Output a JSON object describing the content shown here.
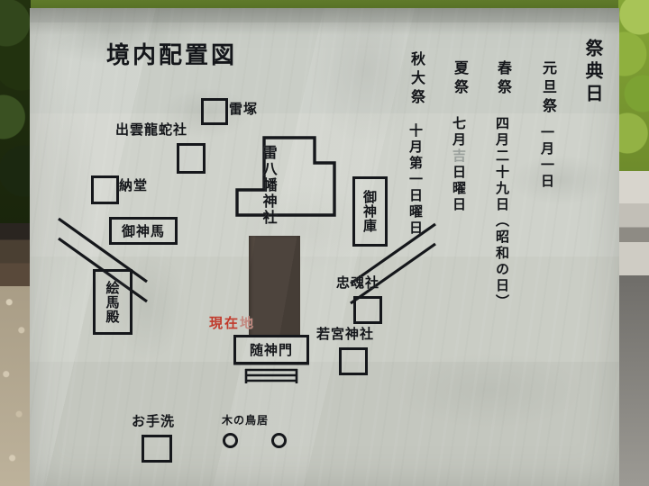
{
  "scene": {
    "kind": "photograph-of-stone-information-board",
    "subject": "shrine-grounds-map",
    "colors": {
      "slab_stone": "#c8ccc4",
      "ink_black": "#14161a",
      "highlight_red": "#c0392b",
      "approach_path_brown": "#4d443d",
      "foliage_green": "#84a536",
      "gravel_tan": "#b3a890",
      "road_gray": "#8d8b86"
    }
  },
  "board": {
    "title": "境内配置図",
    "map": {
      "main_shrine": "雷八幡神社",
      "you_are_here": {
        "text": "現在地",
        "visible_part": "現在",
        "faded_part": "地"
      },
      "gate": "随神門",
      "torii_caption": "木の鳥居",
      "labels": [
        {
          "name": "雷塚",
          "marker": "square",
          "position": "top-center"
        },
        {
          "name": "出雲龍蛇社",
          "marker": "square",
          "position": "upper-left"
        },
        {
          "name": "納堂",
          "marker": "square",
          "position": "left"
        },
        {
          "name": "御神馬",
          "marker": "framed",
          "position": "left"
        },
        {
          "name": "絵馬殿",
          "marker": "framed-vertical",
          "position": "lower-left"
        },
        {
          "name": "御神庫",
          "marker": "framed-vertical",
          "position": "right"
        },
        {
          "name": "忠魂社",
          "marker": "square",
          "position": "lower-right"
        },
        {
          "name": "若宮神社",
          "marker": "square",
          "position": "bottom-right"
        },
        {
          "name": "お手洗",
          "marker": "square",
          "position": "bottom-left"
        }
      ]
    },
    "festival_days": {
      "heading": "祭典日",
      "entries": [
        {
          "name": "元旦祭",
          "date": "一月一日"
        },
        {
          "name": "春祭",
          "date": "四月二十九日（昭和の日）"
        },
        {
          "name": "夏祭",
          "date": "七月",
          "date_faded": "吉",
          "date_tail": "日曜日"
        },
        {
          "name": "秋大祭",
          "date": "十月第一日曜日"
        }
      ]
    }
  }
}
